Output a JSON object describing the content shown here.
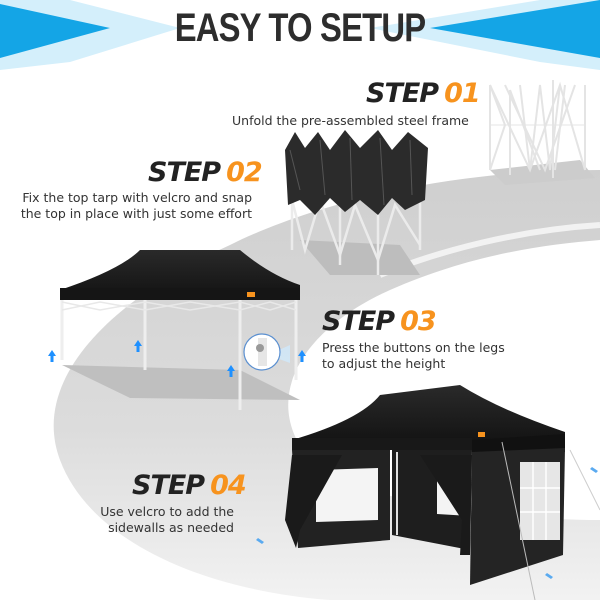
{
  "header": {
    "title": "EASY TO SETUP",
    "accent_dark": "#14a5e6",
    "accent_light": "#d4effb"
  },
  "steps": [
    {
      "label": "STEP",
      "number": "01",
      "description": [
        "Unfold the pre-assembled steel frame"
      ]
    },
    {
      "label": "STEP",
      "number": "02",
      "description": [
        "Fix the top tarp with velcro and snap",
        "the top in place with just some effort"
      ]
    },
    {
      "label": "STEP",
      "number": "03",
      "description": [
        "Press the buttons on the legs",
        "to adjust the height"
      ]
    },
    {
      "label": "STEP",
      "number": "04",
      "description": [
        "Use velcro to add the",
        "sidewalls as needed"
      ]
    }
  ],
  "colors": {
    "step_number": "#f7931e",
    "heading_text": "#222222",
    "path_gray": "#d6d6d6",
    "tent_black": "#1e1e1e",
    "arrow_blue": "#1e90ff"
  }
}
